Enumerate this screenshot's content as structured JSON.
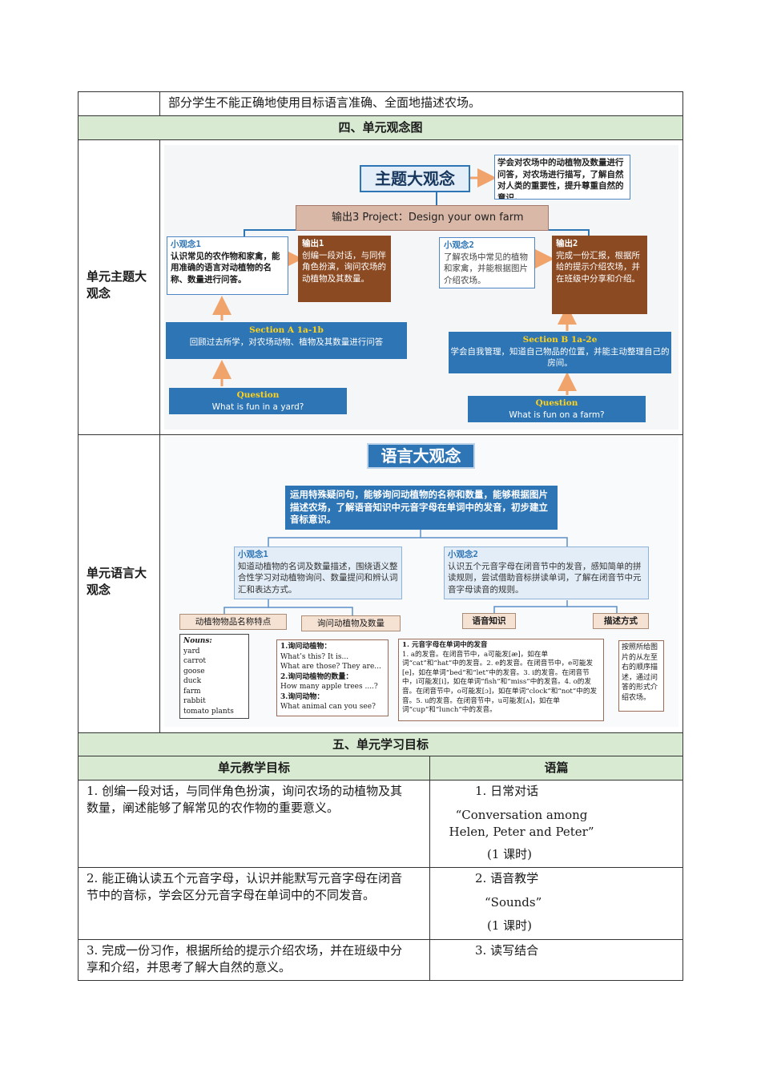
{
  "top_row": {
    "text": "部分学生不能正确地使用目标语言准确、全面地描述农场。"
  },
  "section4": {
    "header": "四、单元观念图",
    "row1_label": "单元主题大观念",
    "row2_label": "单元语言大观念",
    "theme_diagram": {
      "main_title": "主题大观念",
      "main_note": "学会对农场中的动植物及数量进行问答，对农场进行描写，了解自然对人类的重要性，提升尊重自然的意识。",
      "output3": "输出3  Project：Design your own farm",
      "idea1_title": "小观念1",
      "idea1_text": "认识常见的农作物和家禽，能用准确的语言对动植物的名称、数量进行问答。",
      "output1_title": "输出1",
      "output1_text": "创编一段对话，与同伴角色扮演，询问农场的动植物及其数量。",
      "idea2_title": "小观念2",
      "idea2_text": "了解农场中常见的植物和家禽，并能根据图片介绍农场。",
      "output2_title": "输出2",
      "output2_text": "完成一份汇报，根据所给的提示介绍农场，并在班级中分享和介绍。",
      "sectionA_title": "Section A 1a-1b",
      "sectionA_text": "回顾过去所学，对农场动物、植物及其数量进行问答",
      "sectionB_title": "Section B 1a-2e",
      "sectionB_text": "学会自我管理，知道自己物品的位置，并能主动整理自己的房间。",
      "q1_title": "Question",
      "q1_text": "What is fun in a yard?",
      "q2_title": "Question",
      "q2_text": "What is fun on a farm?"
    },
    "language_diagram": {
      "main_title": "语言大观念",
      "main_text": "运用特殊疑问句，能够询问动植物的名称和数量，能够根据图片描述农场，了解语音知识中元音字母在单词中的发音，初步建立音标意识。",
      "idea1_title": "小观念1",
      "idea1_text": "知道动植物的名词及数量描述，围绕语义整合性学习对动植物询问、数量提问和辨认词汇和表达方式。",
      "idea2_title": "小观念2",
      "idea2_text": "认识五个元音字母在闭音节中的发音，感知简单的拼读规则，尝试借助音标拼读单词，了解在闭音节中元音字母读音的规则。",
      "tag1": "动植物物品名称特点",
      "tag2": "询问动植物及数量",
      "tag3": "语音知识",
      "tag4": "描述方式",
      "nouns_title": "Nouns:",
      "nouns": [
        "yard",
        "carrot",
        "goose",
        "duck",
        "farm",
        "rabbit",
        "tomato plants"
      ],
      "ask_lines": [
        "1.询问动植物：",
        "What’s this? It is...",
        "What are those? They are...",
        "2.询问动植物的数量：",
        "How many apple trees ....?",
        "3.询问动物：",
        "What animal can you see?"
      ],
      "sound_title": "1. 元音字母在单词中的发音",
      "sound_text": "1. a的发音。在闭音节中，a可能发[æ]，如在单词“cat”和“hat”中的发音。2. e的发音。在闭音节中，e可能发[e]，如在单词“bed”和“let”中的发音。3. i的发音。在闭音节中，i可能发[i]，如在单词“fish”和“miss”中的发音。4. o的发音。在闭音节中，o可能发[ɔ]，如在单词“clock”和“not”中的发音。5. u的发音。在闭音节中，u可能发[ʌ]，如在单词“cup”和“lunch”中的发音。",
      "describe_text": "按照所给图片的从左至右的顺序描述，通过问答的形式介绍农场。"
    }
  },
  "section5": {
    "header": "五、单元学习目标",
    "col1": "单元教学目标",
    "col2": "语篇",
    "rows": [
      {
        "goal": "1. 创编一段对话，与同伴角色扮演，询问农场的动植物及其数量，阐述能够了解常见的农作物的重要意义。",
        "text1": "1.  日常对话",
        "text2": "“Conversation among Helen, Peter    and Peter”",
        "text3": "(1 课时)"
      },
      {
        "goal": "2. 能正确认读五个元音字母，认识并能默写元音字母在闭音节中的音标，学会区分元音字母在单词中的不同发音。",
        "text1": "2.  语音教学",
        "text2": "“Sounds”",
        "text3": "(1 课时)"
      },
      {
        "goal": "3. 完成一份习作，根据所给的提示介绍农场，并在班级中分享和介绍，并思考了解大自然的意义。",
        "text1": "3.  读写结合",
        "text2": "",
        "text3": ""
      }
    ]
  }
}
